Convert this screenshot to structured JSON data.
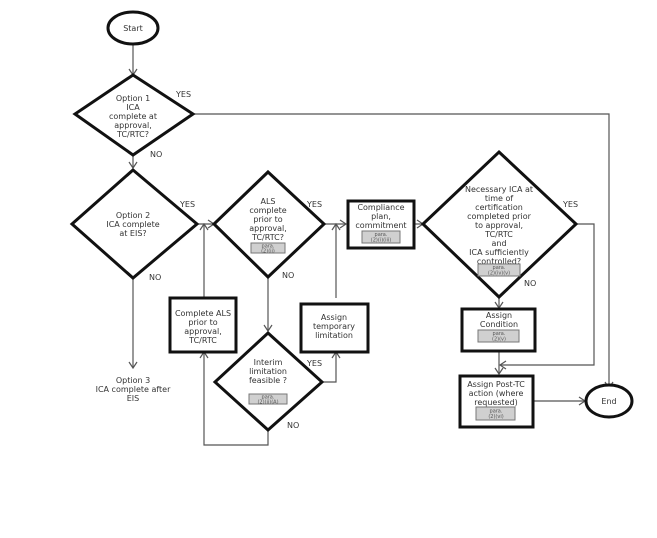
{
  "diagram": {
    "type": "flowchart",
    "nodes": {
      "start": {
        "label": "Start"
      },
      "option1": {
        "lines": [
          "Option 1",
          "ICA",
          "complete at",
          "approval,",
          "TC/RTC?"
        ]
      },
      "option2": {
        "lines": [
          "Option 2",
          "ICA complete",
          "at EIS?"
        ]
      },
      "option3": {
        "lines": [
          "Option 3",
          "ICA complete after",
          "EIS"
        ]
      },
      "als_complete": {
        "lines": [
          "ALS",
          "complete",
          "prior to",
          "approval,",
          "TC/RTC?"
        ],
        "para": [
          "para.",
          "(2)(ii)"
        ]
      },
      "complete_als": {
        "lines": [
          "Complete ALS",
          "prior to",
          "approval,",
          "TC/RTC"
        ]
      },
      "interim": {
        "lines": [
          "Interim",
          "limitation",
          "feasible ?"
        ],
        "para": [
          "para.",
          "(2)(ii)(A)"
        ]
      },
      "assign_temp": {
        "lines": [
          "Assign",
          "temporary",
          "limitation"
        ]
      },
      "compliance": {
        "lines": [
          "Compliance",
          "plan,",
          "commitment"
        ],
        "para": [
          "para.",
          "(2)(i)(iii)"
        ]
      },
      "necessary_ica": {
        "lines": [
          "Necessary ICA at",
          "time of",
          "certification",
          "completed prior",
          "to approval,",
          "TC/RTC",
          "and",
          "ICA sufficiently",
          "controlled?"
        ],
        "para": [
          "para.",
          "(2)(iv)(v)"
        ]
      },
      "assign_condition": {
        "lines": [
          "Assign",
          "Condition"
        ],
        "para": [
          "para.",
          "(2)(v)"
        ]
      },
      "assign_post_tc": {
        "lines": [
          "Assign Post-TC",
          "action (where",
          "requested)"
        ],
        "para": [
          "para.",
          "(2)(vi)"
        ]
      },
      "end": {
        "label": "End"
      }
    },
    "edge_labels": {
      "yes": "YES",
      "no": "NO"
    }
  }
}
